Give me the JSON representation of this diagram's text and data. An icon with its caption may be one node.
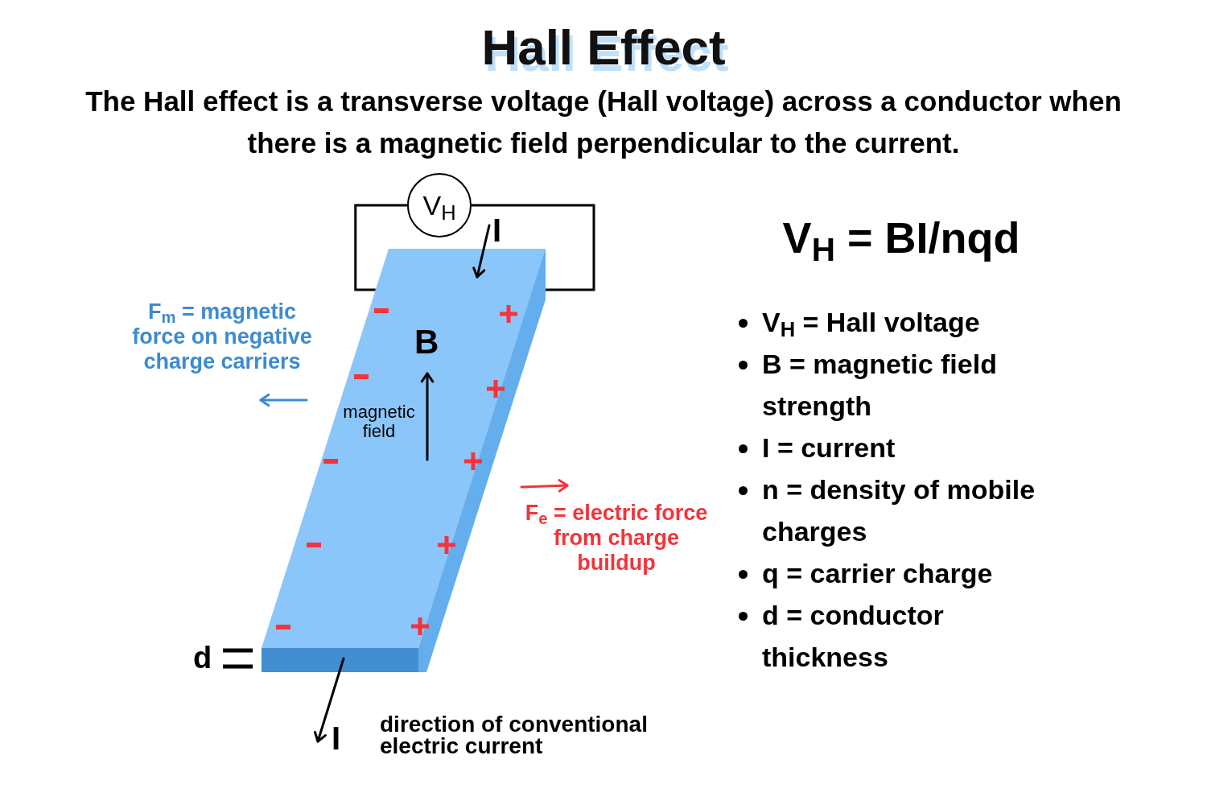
{
  "diagram": {
    "title": "Hall Effect",
    "nodes": [
      {
        "text": [
          "V$_{H}$"
        ]
      },
      {
        "text": [],
        "shape": "box"
      }
    ],
    "edges": [
      {
        "from": 0,
        "to": 1,
        "arrow": "none"
      },
      {
        "from": 0,
        "to": 1,
        "arrow": "none"
      }
    ],
    "labels": [
      "The Hall effect is a transverse voltage (Hall voltage) across a conductor when there is a magnetic field perpendicular to the current.",
      "I",
      "B",
      "magnetic field",
      "F$_{m}$ = magnetic force on negative charge carriers",
      "F$_{e}$ = electric force from charge buildup",
      "d",
      "I",
      "direction of conventional electric current",
      "V$_{H}$ = BI/nqd",
      "V$_{H}$ = Hall voltage",
      "B = magnetic field strength",
      "I = current",
      "n = density of mobile charges",
      "q = carrier charge",
      "d = conductor thickness"
    ]
  }
}
